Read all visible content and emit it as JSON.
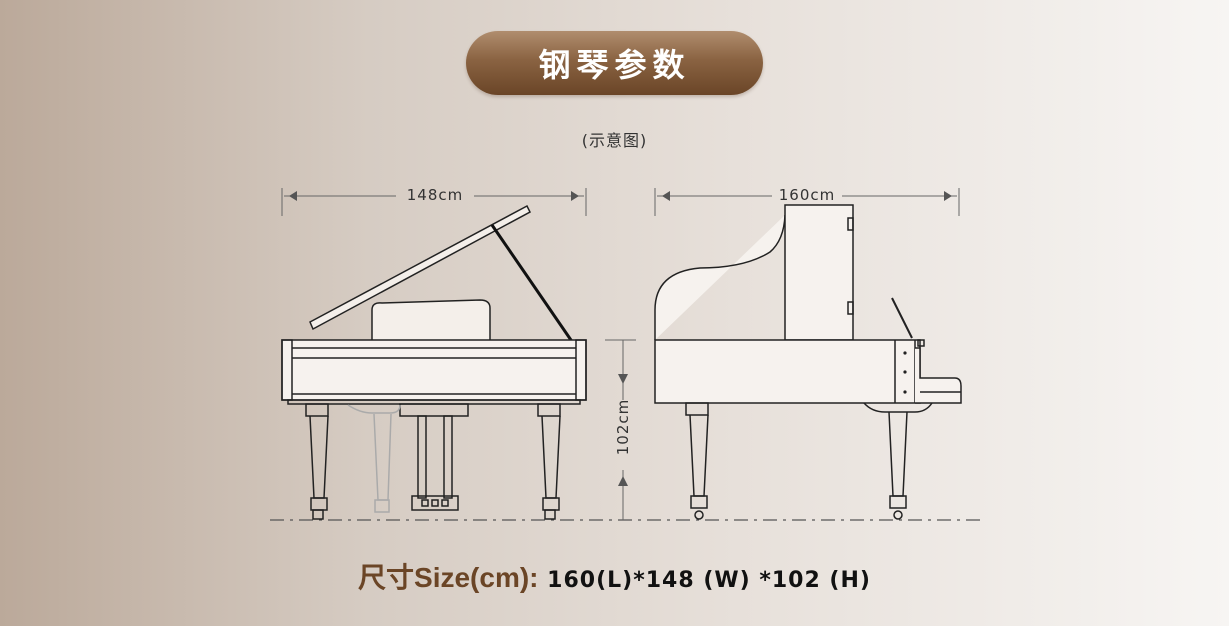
{
  "header": {
    "title": "钢琴参数"
  },
  "subtitle": "(示意图)",
  "dimensions": {
    "front_width": "148cm",
    "side_length": "160cm",
    "height": "102cm"
  },
  "size": {
    "label": "尺寸Size(cm):",
    "value": " 160(L)*148 (W) *102 (H)"
  },
  "colors": {
    "accent": "#7a5232",
    "line": "#333333",
    "text": "#111111"
  }
}
